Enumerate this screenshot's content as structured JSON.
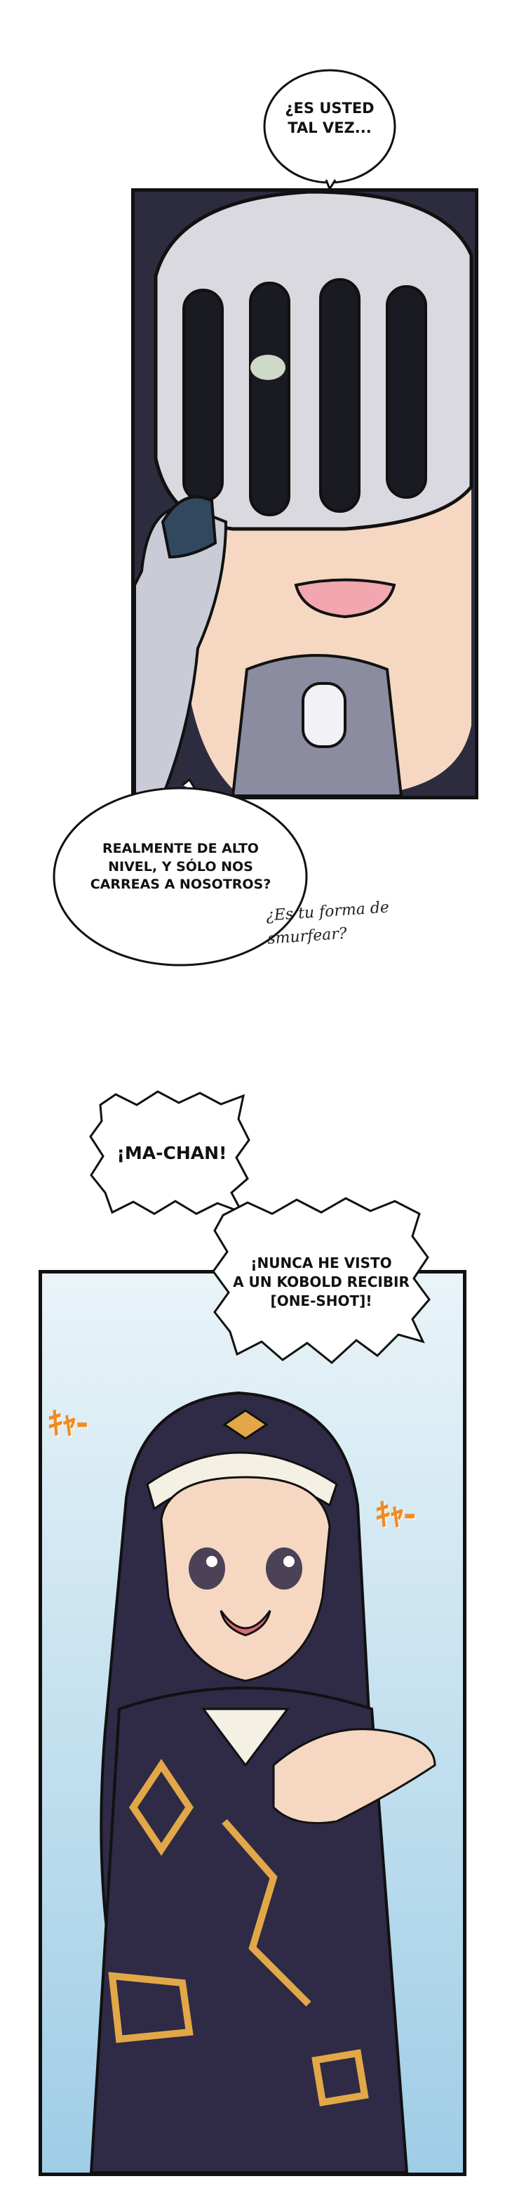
{
  "bubbles": {
    "knight_question": "¿ES USTED\nTAL VEZ...",
    "knight_followup": "REALMENTE DE ALTO\nNIVEL, Y SÓLO NOS\nCARREAS A NOSOTROS?",
    "ma_chan": "¡MA-CHAN!",
    "kobold": "¡NUNCA HE VISTO\nA UN KOBOLD RECIBIR\n[ONE-SHOT]!"
  },
  "notes": {
    "smurf": "¿Es tu forma de\nsmurfear?"
  },
  "sfx": {
    "left": "ｷｬ-",
    "right": "ｷｬ-"
  },
  "colors": {
    "helmet": "#d9d9df",
    "helmet_shadow": "#7f7f99",
    "skin": "#f6d8c2",
    "nun_robe": "#2f2a45",
    "nun_trim": "#e2a847",
    "panel_bg_blue": "#bfe0f0"
  }
}
